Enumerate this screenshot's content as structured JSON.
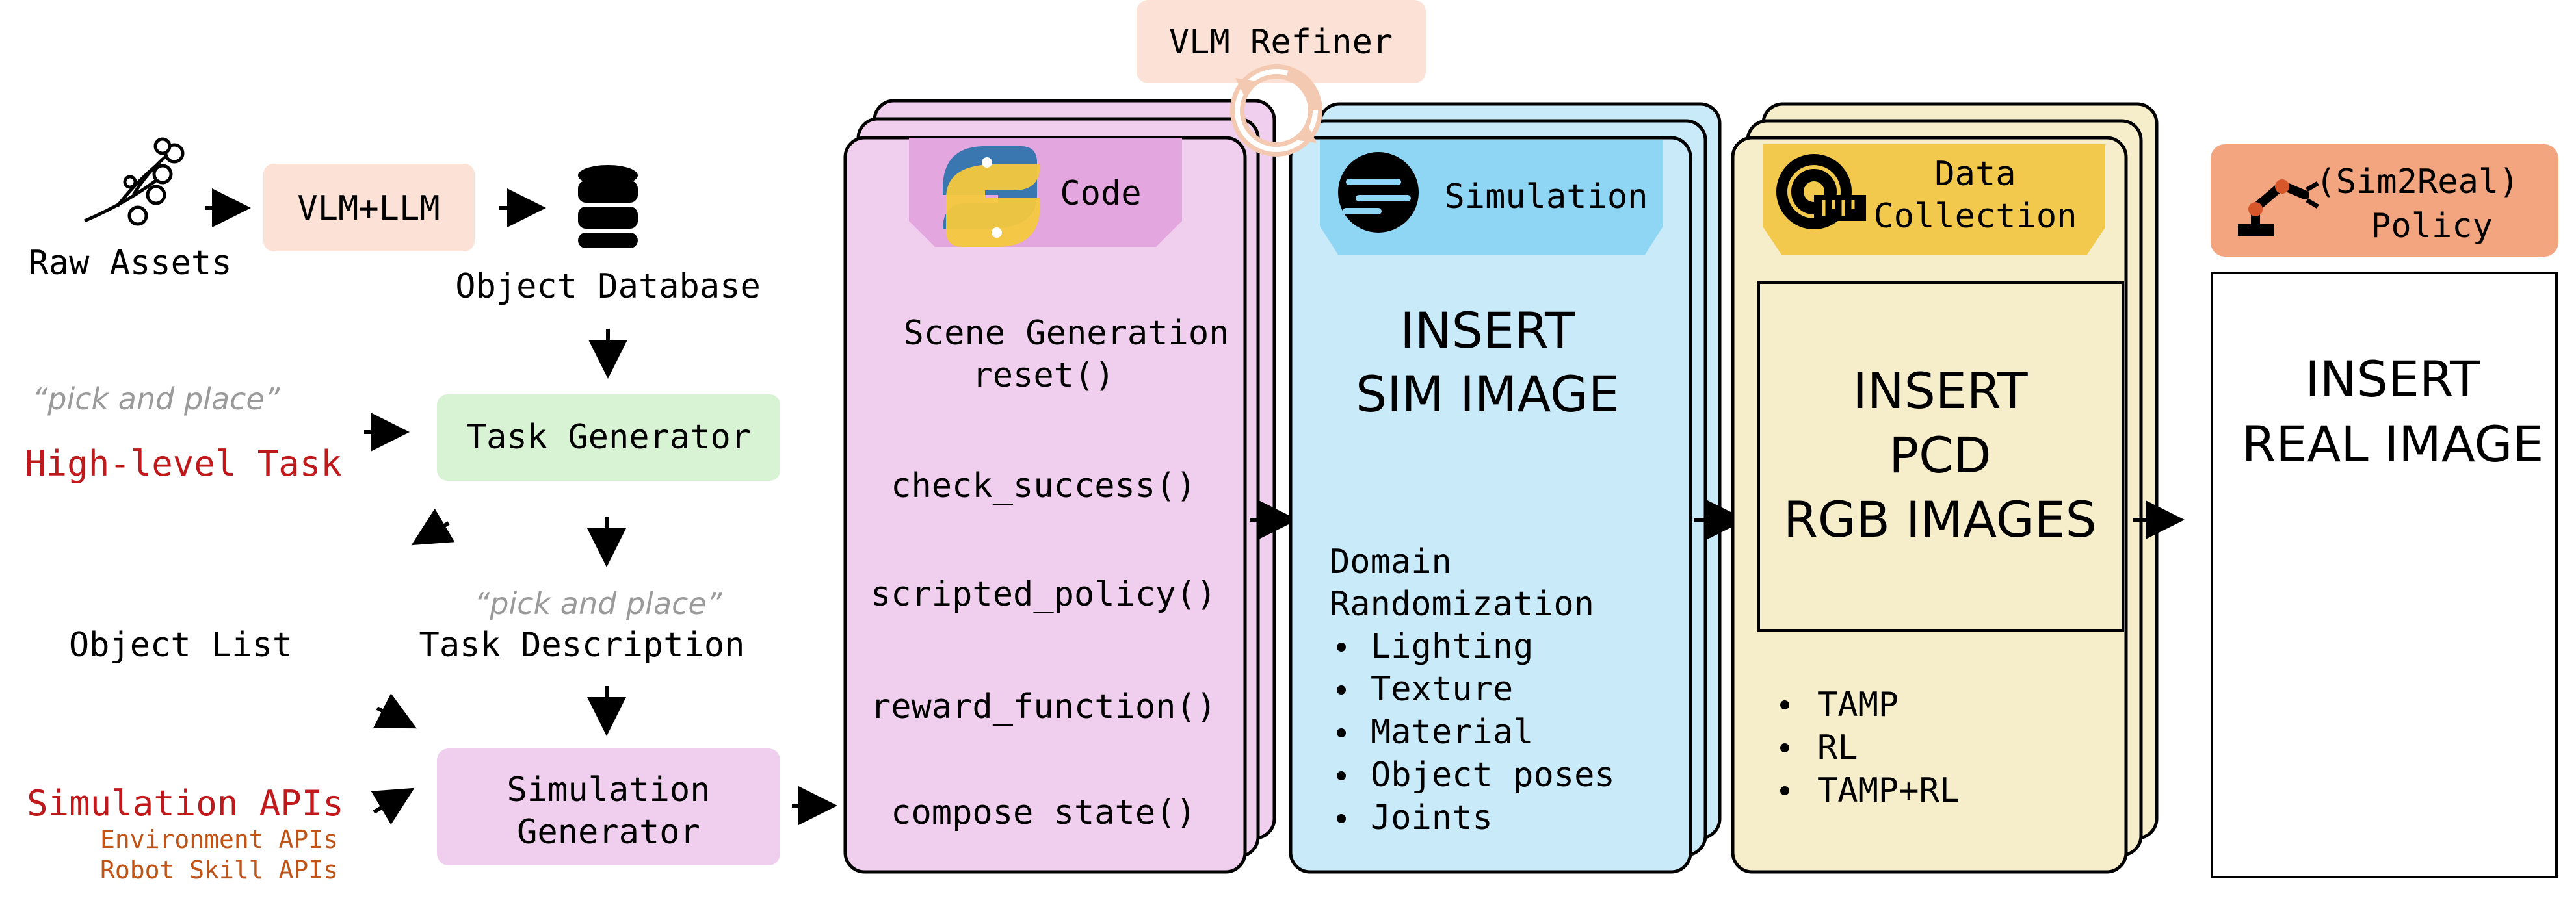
{
  "left": {
    "raw_assets": "Raw Assets",
    "vlm_llm": "VLM+LLM",
    "object_database": "Object Database",
    "pick_place_quote_1": "“pick and place”",
    "high_level_task": "High-level Task",
    "task_generator": "Task Generator",
    "pick_place_quote_2": "“pick and place”",
    "object_list": "Object List",
    "task_description": "Task Description",
    "simulation_apis": "Simulation APIs",
    "environment_apis": "Environment APIs",
    "robot_skill_apis": "Robot Skill APIs",
    "simulation_generator_line1": "Simulation",
    "simulation_generator_line2": "Generator"
  },
  "vlm_refiner": "VLM Refiner",
  "code_panel": {
    "header": "Code",
    "items": [
      "Scene Generation",
      "reset()",
      "check_success()",
      "scripted_policy()",
      "reward_function()",
      "compose state()"
    ]
  },
  "simulation_panel": {
    "header": "Simulation",
    "image_line1": "INSERT",
    "image_line2": "SIM IMAGE",
    "dr_line1": "Domain",
    "dr_line2": "Randomization",
    "bullets": [
      "Lighting",
      "Texture",
      "Material",
      "Object poses",
      "Joints"
    ]
  },
  "data_panel": {
    "header_line1": "Data",
    "header_line2": "Collection",
    "image_line1": "INSERT",
    "image_line2": "PCD",
    "image_line3": "RGB IMAGES",
    "bullets": [
      "TAMP",
      "RL",
      "TAMP+RL"
    ]
  },
  "policy_panel": {
    "header_line1": "(Sim2Real)",
    "header_line2": "Policy",
    "image_line1": "INSERT",
    "image_line2": "REAL IMAGE"
  },
  "colors": {
    "code_fill": "#f0cfee",
    "code_header": "#e3a6df",
    "sim_fill": "#c9eaf9",
    "sim_header": "#8fd5f4",
    "data_fill": "#f6eecb",
    "data_header": "#f2c94c",
    "policy_header": "#f2a57f",
    "vlm_box": "#fbe1d6",
    "task_gen_box": "#d8f2d4",
    "sim_gen_box": "#f0cfee",
    "red_text": "#c0191c",
    "orange_text": "#c05417",
    "gray_text": "#9a9a9a"
  }
}
